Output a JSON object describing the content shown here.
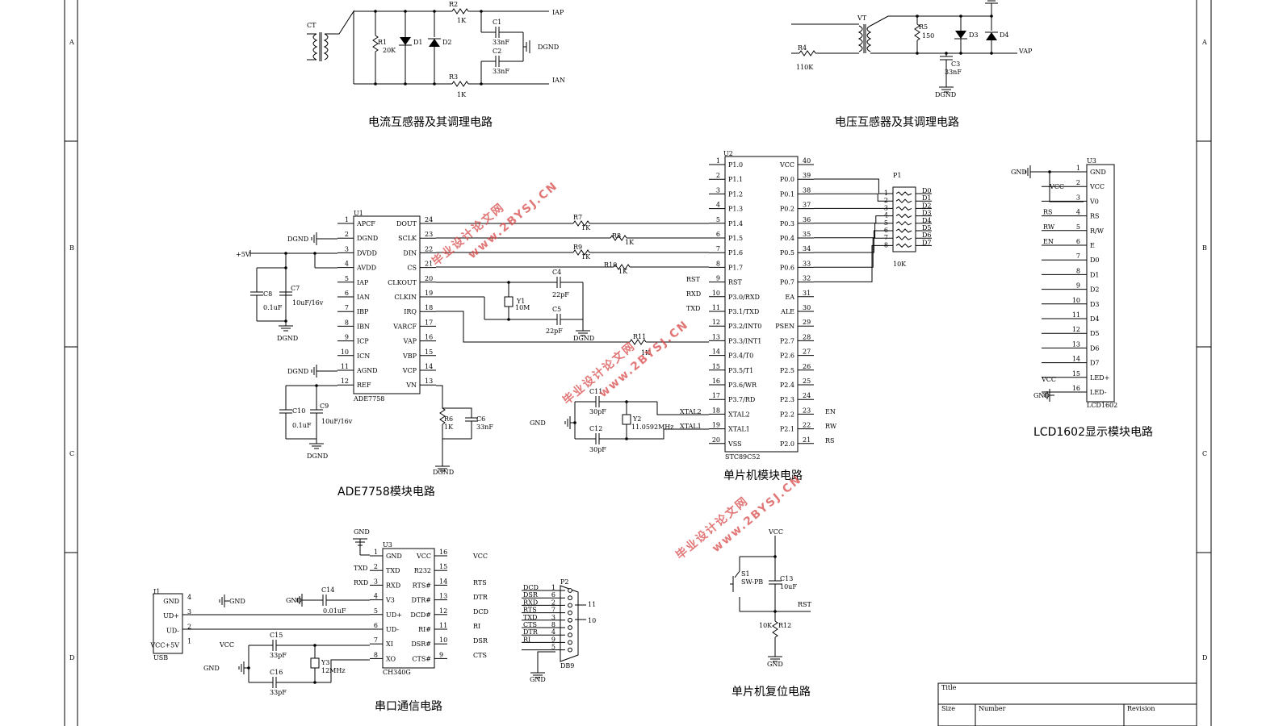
{
  "border": {
    "zones": [
      "A",
      "B",
      "C",
      "D"
    ]
  },
  "captions": {
    "current": "电流互感器及其调理电路",
    "voltage": "电压互感器及其调理电路",
    "ade": "ADE7758模块电路",
    "mcu": "单片机模块电路",
    "lcd": "LCD1602显示模块电路",
    "serial": "串口通信电路",
    "reset": "单片机复位电路"
  },
  "watermark": {
    "line1": "毕业设计论文网",
    "line2": "www.2BYSJ.CN"
  },
  "current_circuit": {
    "ct": "CT",
    "r1": "R1",
    "r1v": "20K",
    "d1": "D1",
    "d2": "D2",
    "r2": "R2",
    "r2v": "1K",
    "r3": "R3",
    "r3v": "1K",
    "c1": "C1",
    "c1v": "33nF",
    "c2": "C2",
    "c2v": "33nF",
    "iap": "IAP",
    "ian": "IAN",
    "dgnd": "DGND"
  },
  "voltage_circuit": {
    "vt": "VT",
    "r4": "R4",
    "r4v": "110K",
    "r5": "R5",
    "r5v": "150",
    "d3": "D3",
    "d4": "D4",
    "c3": "C3",
    "c3v": "33nF",
    "vap": "VAP",
    "dgnd": "DGND"
  },
  "ade7758": {
    "ref": "U1",
    "name": "ADE7758",
    "left_pins": [
      {
        "num": "1",
        "name": "APCF"
      },
      {
        "num": "2",
        "name": "DGND"
      },
      {
        "num": "3",
        "name": "DVDD"
      },
      {
        "num": "4",
        "name": "AVDD"
      },
      {
        "num": "5",
        "name": "IAP"
      },
      {
        "num": "6",
        "name": "IAN"
      },
      {
        "num": "7",
        "name": "IBP"
      },
      {
        "num": "8",
        "name": "IBN"
      },
      {
        "num": "9",
        "name": "ICP"
      },
      {
        "num": "10",
        "name": "ICN"
      },
      {
        "num": "11",
        "name": "AGND"
      },
      {
        "num": "12",
        "name": "REF"
      }
    ],
    "right_pins": [
      {
        "num": "24",
        "name": "DOUT"
      },
      {
        "num": "23",
        "name": "SCLK"
      },
      {
        "num": "22",
        "name": "DIN"
      },
      {
        "num": "21",
        "name": "CS"
      },
      {
        "num": "20",
        "name": "CLKOUT"
      },
      {
        "num": "19",
        "name": "CLKIN"
      },
      {
        "num": "18",
        "name": "IRQ"
      },
      {
        "num": "17",
        "name": "VARCF"
      },
      {
        "num": "16",
        "name": "VAP"
      },
      {
        "num": "15",
        "name": "VBP"
      },
      {
        "num": "14",
        "name": "VCP"
      },
      {
        "num": "13",
        "name": "VN"
      }
    ],
    "parts": {
      "vplus": "+5V",
      "dgnd": "DGND",
      "c8": "C8",
      "c8v": "0.1uF",
      "c7": "C7",
      "c7v": "10uF/16v",
      "c10": "C10",
      "c10v": "0.1uF",
      "c9": "C9",
      "c9v": "10uF/16v",
      "c4": "C4",
      "c4v": "22pF",
      "c5": "C5",
      "c5v": "22pF",
      "y1": "Y1",
      "y1v": "10M",
      "r6": "R6",
      "r6v": "1K",
      "c6": "C6",
      "c6v": "33nF",
      "r7": "R7",
      "r8": "R8",
      "r9": "R9",
      "r10": "R10",
      "r11": "R11",
      "rk": "1K"
    }
  },
  "mcu": {
    "ref": "U2",
    "name": "STC89C52",
    "left_pins": [
      {
        "num": "1",
        "name": "P1.0"
      },
      {
        "num": "2",
        "name": "P1.1"
      },
      {
        "num": "3",
        "name": "P1.2"
      },
      {
        "num": "4",
        "name": "P1.3"
      },
      {
        "num": "5",
        "name": "P1.4"
      },
      {
        "num": "6",
        "name": "P1.5"
      },
      {
        "num": "7",
        "name": "P1.6"
      },
      {
        "num": "8",
        "name": "P1.7"
      },
      {
        "num": "9",
        "name": "RST"
      },
      {
        "num": "10",
        "name": "P3.0/RXD"
      },
      {
        "num": "11",
        "name": "P3.1/TXD"
      },
      {
        "num": "12",
        "name": "P3.2/INT0"
      },
      {
        "num": "13",
        "name": "P3.3/INT1"
      },
      {
        "num": "14",
        "name": "P3.4/T0"
      },
      {
        "num": "15",
        "name": "P3.5/T1"
      },
      {
        "num": "16",
        "name": "P3.6/WR"
      },
      {
        "num": "17",
        "name": "P3.7/RD"
      },
      {
        "num": "18",
        "name": "XTAL2"
      },
      {
        "num": "19",
        "name": "XTAL1"
      },
      {
        "num": "20",
        "name": "VSS"
      }
    ],
    "right_pins": [
      {
        "num": "40",
        "name": "VCC"
      },
      {
        "num": "39",
        "name": "P0.0"
      },
      {
        "num": "38",
        "name": "P0.1"
      },
      {
        "num": "37",
        "name": "P0.2"
      },
      {
        "num": "36",
        "name": "P0.3"
      },
      {
        "num": "35",
        "name": "P0.4"
      },
      {
        "num": "34",
        "name": "P0.5"
      },
      {
        "num": "33",
        "name": "P0.6"
      },
      {
        "num": "32",
        "name": "P0.7"
      },
      {
        "num": "31",
        "name": "EA"
      },
      {
        "num": "30",
        "name": "ALE"
      },
      {
        "num": "29",
        "name": "PSEN"
      },
      {
        "num": "28",
        "name": "P2.7"
      },
      {
        "num": "27",
        "name": "P2.6"
      },
      {
        "num": "26",
        "name": "P2.5"
      },
      {
        "num": "25",
        "name": "P2.4"
      },
      {
        "num": "24",
        "name": "P2.3"
      },
      {
        "num": "23",
        "name": "P2.2"
      },
      {
        "num": "22",
        "name": "P2.1"
      },
      {
        "num": "21",
        "name": "P2.0"
      }
    ],
    "left_nets": [
      "RST",
      "RXD",
      "TXD"
    ],
    "right_nets": [
      "EN",
      "RW",
      "RS"
    ],
    "parts": {
      "c11": "C11",
      "c11v": "30pF",
      "c12": "C12",
      "c12v": "30pF",
      "y2": "Y2",
      "y2v": "11.0592MHz",
      "gnd": "GND",
      "xtal2": "XTAL2",
      "xtal1": "XTAL1"
    },
    "p1": {
      "ref": "P1",
      "value": "10K",
      "lines": [
        "D0",
        "D1",
        "D2",
        "D3",
        "D4",
        "D5",
        "D6",
        "D7"
      ],
      "nums": [
        "1",
        "2",
        "3",
        "4",
        "5",
        "6",
        "7",
        "8"
      ]
    }
  },
  "lcd": {
    "ref": "U3",
    "name": "LCD1602",
    "pins": [
      {
        "num": "1",
        "name": "GND",
        "net": "GND"
      },
      {
        "num": "2",
        "name": "VCC",
        "net": "VCC"
      },
      {
        "num": "3",
        "name": "V0",
        "net": ""
      },
      {
        "num": "4",
        "name": "RS",
        "net": "RS"
      },
      {
        "num": "5",
        "name": "R/W",
        "net": "RW"
      },
      {
        "num": "6",
        "name": "E",
        "net": "EN"
      },
      {
        "num": "7",
        "name": "D0",
        "net": ""
      },
      {
        "num": "8",
        "name": "D1",
        "net": ""
      },
      {
        "num": "9",
        "name": "D2",
        "net": ""
      },
      {
        "num": "10",
        "name": "D3",
        "net": ""
      },
      {
        "num": "11",
        "name": "D4",
        "net": ""
      },
      {
        "num": "12",
        "name": "D5",
        "net": ""
      },
      {
        "num": "13",
        "name": "D6",
        "net": ""
      },
      {
        "num": "14",
        "name": "D7",
        "net": ""
      },
      {
        "num": "15",
        "name": "LED+",
        "net": "VCC"
      },
      {
        "num": "16",
        "name": "LED-",
        "net": "GND"
      }
    ]
  },
  "serial": {
    "usb": {
      "ref": "J1",
      "name": "USB",
      "pins": [
        {
          "num": "4",
          "name": "GND"
        },
        {
          "num": "3",
          "name": "UD+"
        },
        {
          "num": "2",
          "name": "UD-"
        },
        {
          "num": "1",
          "name": "VCC+5V"
        }
      ]
    },
    "ch340": {
      "ref": "U3",
      "name": "CH340G",
      "left_pins": [
        {
          "num": "1",
          "name": "GND"
        },
        {
          "num": "2",
          "name": "TXD"
        },
        {
          "num": "3",
          "name": "RXD"
        },
        {
          "num": "4",
          "name": "V3"
        },
        {
          "num": "5",
          "name": "UD+"
        },
        {
          "num": "6",
          "name": "UD-"
        },
        {
          "num": "7",
          "name": "XI"
        },
        {
          "num": "8",
          "name": "XO"
        }
      ],
      "right_pins": [
        {
          "num": "16",
          "name": "VCC"
        },
        {
          "num": "15",
          "name": "R232"
        },
        {
          "num": "14",
          "name": "RTS#"
        },
        {
          "num": "13",
          "name": "DTR#"
        },
        {
          "num": "12",
          "name": "DCD#"
        },
        {
          "num": "11",
          "name": "RI#"
        },
        {
          "num": "10",
          "name": "DSR#"
        },
        {
          "num": "9",
          "name": "CTS#"
        }
      ],
      "left_nets": [
        "TXD",
        "RXD"
      ],
      "right_nets": [
        "VCC",
        "",
        "RTS",
        "DTR",
        "DCD",
        "RI",
        "DSR",
        "CTS"
      ]
    },
    "parts": {
      "gnd": "GND",
      "vcc": "VCC",
      "c14": "C14",
      "c14v": "0.01uF",
      "c15": "C15",
      "c15v": "33pF",
      "c16": "C16",
      "c16v": "33pF",
      "y3": "Y3",
      "y3v": "12MHz"
    },
    "db9": {
      "ref": "P2",
      "name": "DB9",
      "left": [
        "DCD",
        "DSR",
        "RXD",
        "RTS",
        "TXD",
        "CTS",
        "DTR",
        "RI"
      ],
      "nums": [
        "1",
        "6",
        "2",
        "7",
        "3",
        "8",
        "4",
        "9",
        "5"
      ],
      "shell": [
        "11",
        "10"
      ],
      "gnd": "GND"
    }
  },
  "reset": {
    "vcc": "VCC",
    "s1": "S1",
    "s1v": "SW-PB",
    "c13": "C13",
    "c13v": "10uF",
    "rst": "RST",
    "r12": "R12",
    "r12v": "10K",
    "gnd": "GND"
  },
  "titleblock": {
    "title": "Title",
    "size": "Size",
    "number": "Number",
    "revision": "Revision"
  }
}
